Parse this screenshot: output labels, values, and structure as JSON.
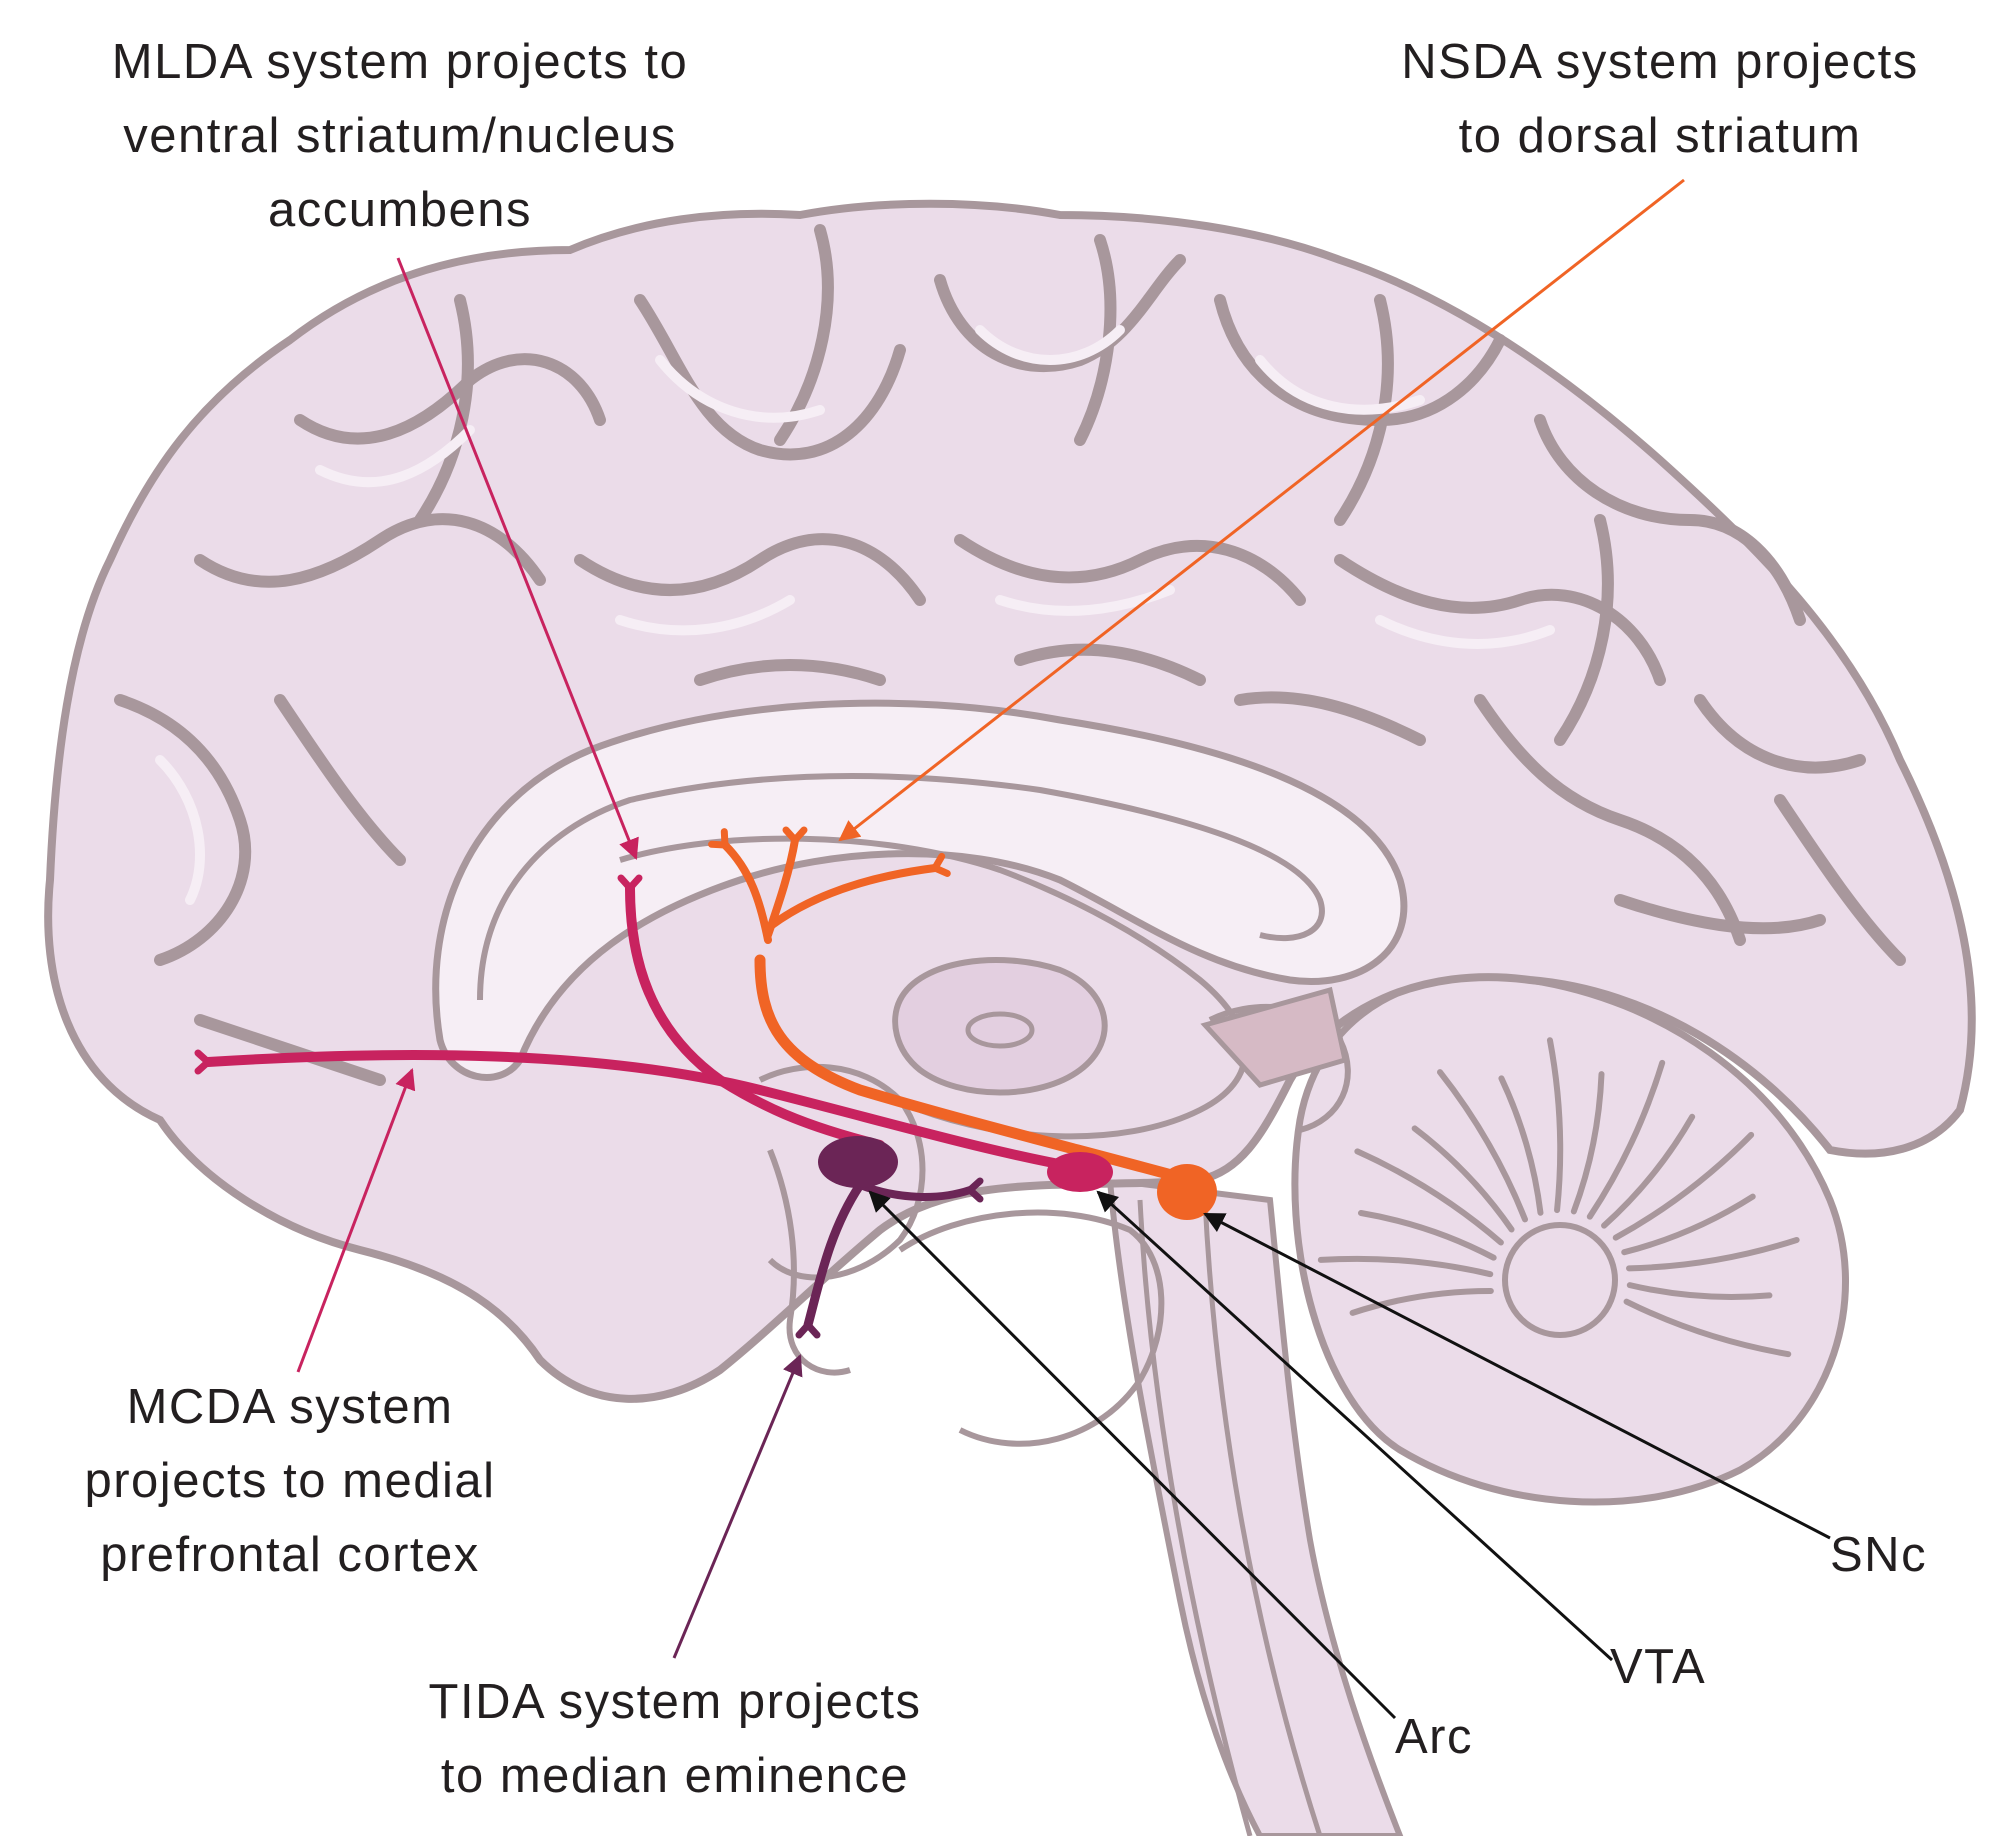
{
  "labels": {
    "mlda": "MLDA system projects to\nventral striatum/nucleus\naccumbens",
    "nsda": "NSDA system projects\nto dorsal striatum",
    "mcda": "MCDA system\nprojects to medial\nprefrontal cortex",
    "tida": "TIDA system projects\nto median eminence",
    "snc": "SNc",
    "vta": "VTA",
    "arc": "Arc"
  },
  "colors": {
    "brain_fill": "#ebdce9",
    "brain_light": "#f6eef5",
    "sulcus": "#a8979c",
    "inner_region": "#e3cfe0",
    "mlda_pathway": "#c8235f",
    "mcda_pathway": "#c8235f",
    "nsda_pathway": "#f06425",
    "tida_pathway": "#6b2556",
    "arc_nucleus": "#6b2556",
    "vta_nucleus": "#c8235f",
    "snc_nucleus": "#f06425",
    "pointer_black": "#111111"
  },
  "icons": [
    "brain-illustration",
    "cerebellum",
    "brainstem",
    "arrow-head"
  ]
}
